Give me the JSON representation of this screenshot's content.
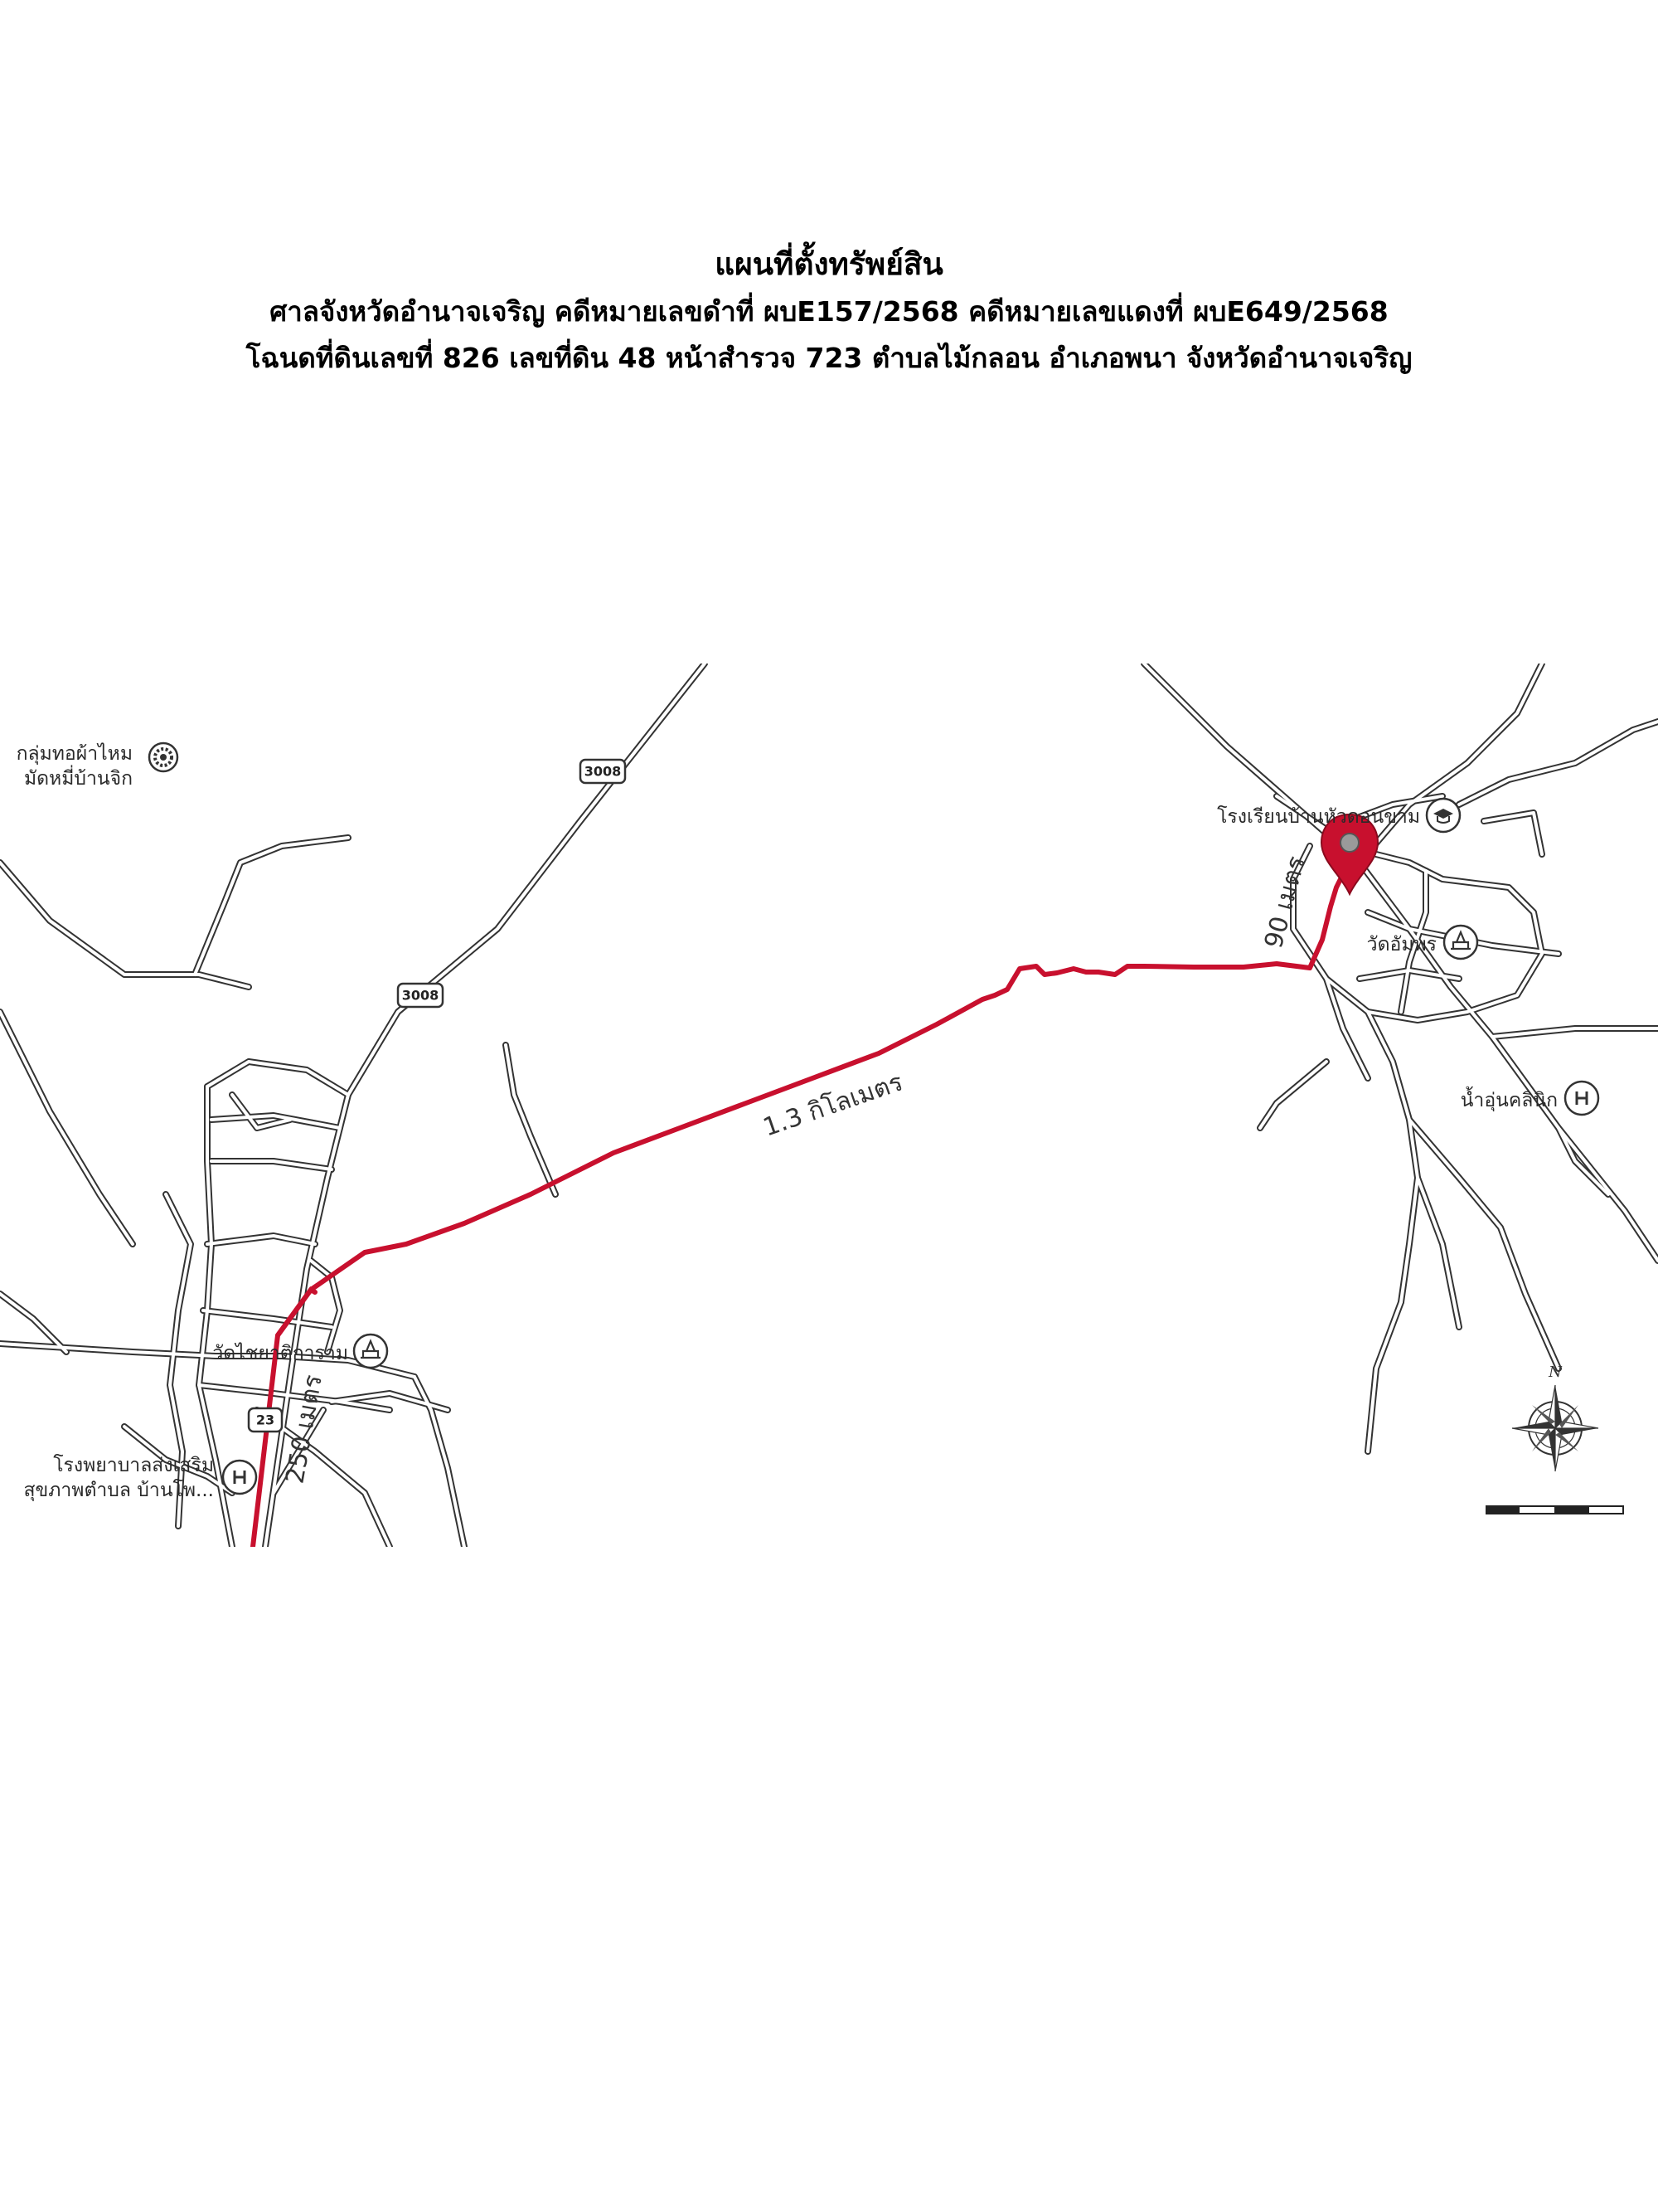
{
  "header": {
    "title": "แผนที่ตั้งทรัพย์สิน",
    "line1": "ศาลจังหวัดอำนาจเจริญ คดีหมายเลขดำที่ ผบE157/2568 คดีหมายเลขแดงที่ ผบE649/2568",
    "line2": "โฉนดที่ดินเลขที่ 826 เลขที่ดิน 48 หน้าสำรวจ 723 ตำบลไม้กลอน อำเภอพนา จังหวัดอำนาจเจริญ"
  },
  "map": {
    "places": {
      "weaving_group_1": "กลุ่มทอผ้าไหม",
      "weaving_group_2": "มัดหมี่บ้านจิก",
      "school": "โรงเรียนบ้านหัวดอนขาม",
      "temple_east": "วัดอัมพร",
      "clinic": "น้ำอุ่นคลินิก",
      "temple_west": "วัดไชยาติการาม",
      "hospital_1": "โรงพยาบาลส่งเสริม",
      "hospital_2": "สุขภาพตำบล บ้านโพ..."
    },
    "roads": {
      "r3008_a": "3008",
      "r3008_b": "3008",
      "r23": "23"
    },
    "distances": {
      "main": "1.3 กิโลเมตร",
      "west": "250 เมตร",
      "east": "90 เมตร"
    },
    "compass_letter": "N",
    "route_color": "#c8102e",
    "icons": [
      "location-pin-icon",
      "gear-icon",
      "graduation-cap-icon",
      "temple-icon",
      "hospital-icon",
      "compass-rose-icon",
      "scale-bar-icon"
    ]
  }
}
